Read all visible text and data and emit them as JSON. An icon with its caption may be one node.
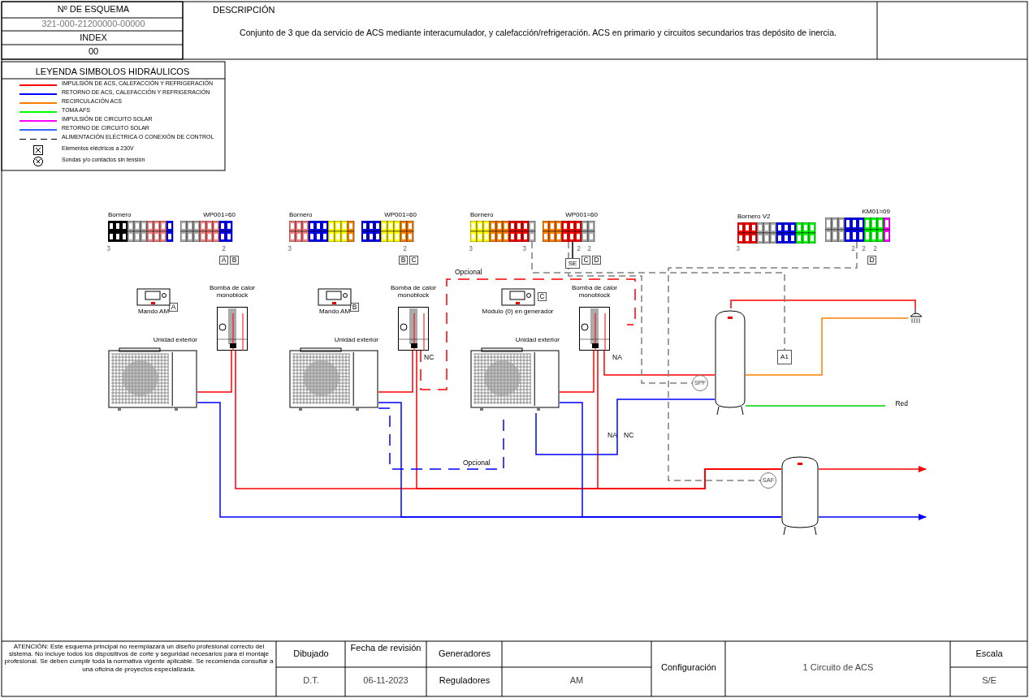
{
  "diagram": {
    "nodes": [
      {
        "text": [
          "Bornero"
        ]
      },
      {
        "text": [
          "WP001=60"
        ]
      },
      {
        "text": [
          "Bornero"
        ]
      },
      {
        "text": [
          "WP001=60"
        ]
      },
      {
        "text": [
          "Bornero"
        ]
      },
      {
        "text": [
          "WP001=60"
        ]
      },
      {
        "text": [
          "Bornero V2"
        ]
      },
      {
        "text": [
          "KM01=09"
        ]
      },
      {
        "text": [
          "Mando AM"
        ]
      },
      {
        "text": [
          "Bomba de calor monoblock"
        ]
      },
      {
        "text": [
          "Unidad exterior"
        ]
      },
      {
        "text": [
          "Mando AM"
        ]
      },
      {
        "text": [
          "Bomba de calor monoblock"
        ]
      },
      {
        "text": [
          "Unidad exterior"
        ]
      },
      {
        "text": [
          "Módulo (0) en generador"
        ]
      },
      {
        "text": [
          "Bomba de calor monoblock"
        ]
      },
      {
        "text": [
          "Unidad exterior"
        ]
      },
      {
        "text": [],
        "shape": "cylinder"
      },
      {
        "text": [],
        "shape": "cylinder"
      },
      {
        "text": [
          "SPF"
        ]
      },
      {
        "text": [
          "SAF"
        ]
      },
      {
        "text": [
          "A1"
        ]
      },
      {
        "text": [
          "SE"
        ]
      },
      {
        "text": [],
        "shape": "picture"
      },
      {
        "text": [
          "Red"
        ]
      }
    ],
    "edges": [
      {
        "from": 10,
        "to": 9,
        "arrow": "none"
      },
      {
        "from": 10,
        "to": 18,
        "arrow": "none",
        "color": "#0000ff"
      },
      {
        "from": 9,
        "to": 18,
        "arrow": "none"
      },
      {
        "from": 13,
        "to": 12,
        "arrow": "none"
      },
      {
        "from": 13,
        "to": 18,
        "arrow": "none",
        "color": "#0000ff"
      },
      {
        "from": 12,
        "to": 18,
        "arrow": "none"
      },
      {
        "from": 16,
        "to": 15,
        "arrow": "none"
      },
      {
        "from": 16,
        "to": 18,
        "arrow": "none",
        "color": "#0000ff"
      },
      {
        "from": 15,
        "to": 18,
        "arrow": "none"
      },
      {
        "from": 15,
        "to": 17,
        "arrow": "none"
      },
      {
        "from": 17,
        "to": 16,
        "arrow": "none",
        "color": "#0000ff"
      },
      {
        "from": 12,
        "to": 15,
        "arrow": "none",
        "style": "dashed"
      },
      {
        "from": 13,
        "to": 16,
        "arrow": "none",
        "style": "dashed",
        "color": "#0000ff"
      },
      {
        "from": 17,
        "to": 23,
        "arrow": "none"
      },
      {
        "from": 23,
        "to": 17,
        "arrow": "none",
        "color": "#ff8000"
      },
      {
        "from": 24,
        "to": 17,
        "arrow": "none",
        "color": "#00cc00"
      },
      {
        "from": 18,
        "to": null,
        "arrow": "to"
      },
      {
        "from": 18,
        "to": null,
        "arrow": "to",
        "color": "#0000ff"
      },
      {
        "from": 5,
        "to": 19,
        "arrow": "none",
        "style": "dashed",
        "color": "#808080"
      },
      {
        "from": 4,
        "to": 21,
        "arrow": "none",
        "style": "dashed",
        "color": "#808080"
      },
      {
        "from": 7,
        "to": 20,
        "arrow": "none",
        "style": "dashed",
        "color": "#808080"
      },
      {
        "from": 5,
        "to": 22,
        "arrow": "none",
        "color": "#000000"
      }
    ],
    "labels": [
      "Nº DE ESQUEMA",
      "321-000-21200000-00000",
      "INDEX",
      "00",
      "DESCRIPCIÓN",
      "Conjunto de 3 que da servicio de ACS mediante interacumulador, y calefacción/refrigeración. ACS en primario y circuitos secundarios tras depósito de inercia.",
      "LEYENDA SIMBOLOS HIDRÁULICOS",
      "3",
      "2",
      "A",
      "B",
      "A",
      "3",
      "2",
      "B",
      "C",
      "B",
      "Opcional",
      "3",
      "3",
      "2",
      "2",
      "C",
      "D",
      "C",
      "NC",
      "NA",
      "3",
      "2",
      "2",
      "2",
      "D",
      "NA",
      "NC",
      "Opcional",
      "ATENCIÓN: Este esquema principal no reemplazará un diseño profesional correcto del sistema. No incluye todos los dispositivos de corte y seguridad necesarios para el montaje profesional. Se deben cumplir toda la normativa vigente aplicable. Se recomienda consultar a una oficina de proyectos especializada.",
      "Dibujado",
      "Fecha de revisión",
      "Generadores",
      "Configuración",
      "1 Circuito de ACS",
      "Escala",
      "D.T.",
      "06-11-2023",
      "Reguladores",
      "AM",
      "S/E"
    ],
    "legend": [
      {
        "text": "IMPULSIÓN DE ACS, CALEFACCIÓN Y REFRIGERACIÓN",
        "color": "#ff0000"
      },
      {
        "text": "RETORNO DE ACS, CALEFACCIÓN Y REFRIGERACIÓN",
        "color": "#0000ff"
      },
      {
        "text": "RECIRCULACIÓN ACS",
        "color": "#ff8000"
      },
      {
        "text": "TOMA AFS",
        "color": "#00ff00"
      },
      {
        "text": "IMPULSIÓN DE CIRCUITO SOLAR",
        "color": "#ff00ff"
      },
      {
        "text": "RETORNO DE CIRCUITO SOLAR",
        "color": "#3366ff"
      },
      {
        "text": "ALIMENTACIÓN ELÉCTRICA O CONEXIÓN DE CONTROL"
      },
      {
        "text": "Elementos eléctricos a 230V"
      },
      {
        "text": "Sondas y/o contactos sin tensión"
      }
    ]
  }
}
